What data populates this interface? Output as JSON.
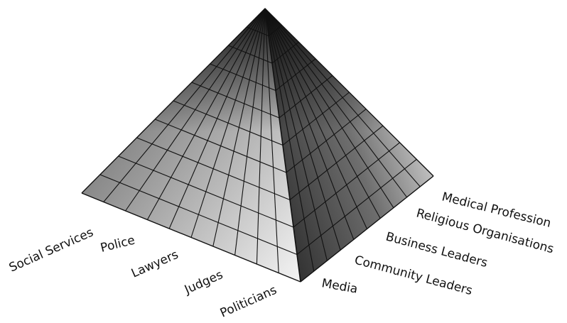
{
  "diagram": {
    "left_face_labels": [
      "Social Services",
      "Police",
      "Lawyers",
      "Judges",
      "Politicians"
    ],
    "right_face_labels": [
      "Media",
      "Community Leaders",
      "Business Leaders",
      "Religious Organisations",
      "Medical Profession"
    ],
    "grid_divisions": 10,
    "colors": {
      "background": "#ffffff",
      "grid_line": "#111111",
      "left_face_light": "#f4f4f4",
      "left_face_dark": "#555555",
      "right_face_light": "#d9d9d9",
      "right_face_dark": "#1e1e1e",
      "text": "#111111"
    }
  }
}
